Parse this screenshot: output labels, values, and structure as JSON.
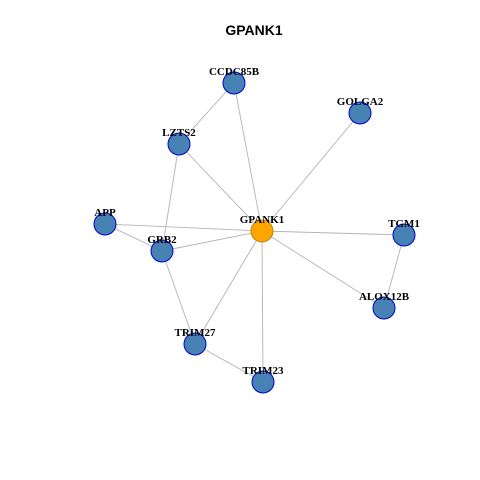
{
  "title": "GPANK1",
  "colors": {
    "center_fill": "#ffa500",
    "center_stroke": "#b8860b",
    "node_fill": "#4682b4",
    "node_stroke": "#0000cd",
    "edge": "#b3b3b3"
  },
  "nodes": [
    {
      "id": "GPANK1",
      "label": "GPANK1",
      "role": "center"
    },
    {
      "id": "CCDC85B",
      "label": "CCDC85B",
      "role": "neighbor"
    },
    {
      "id": "GOLGA2",
      "label": "GOLGA2",
      "role": "neighbor"
    },
    {
      "id": "LZTS2",
      "label": "LZTS2",
      "role": "neighbor"
    },
    {
      "id": "APP",
      "label": "APP",
      "role": "neighbor"
    },
    {
      "id": "GRB2",
      "label": "GRB2",
      "role": "neighbor"
    },
    {
      "id": "TGM1",
      "label": "TGM1",
      "role": "neighbor"
    },
    {
      "id": "ALOX12B",
      "label": "ALOX12B",
      "role": "neighbor"
    },
    {
      "id": "TRIM27",
      "label": "TRIM27",
      "role": "neighbor"
    },
    {
      "id": "TRIM23",
      "label": "TRIM23",
      "role": "neighbor"
    }
  ],
  "edges": [
    [
      "CCDC85B",
      "LZTS2"
    ],
    [
      "CCDC85B",
      "GPANK1"
    ],
    [
      "GOLGA2",
      "GPANK1"
    ],
    [
      "LZTS2",
      "GPANK1"
    ],
    [
      "LZTS2",
      "GRB2"
    ],
    [
      "APP",
      "GPANK1"
    ],
    [
      "APP",
      "GRB2"
    ],
    [
      "GRB2",
      "GPANK1"
    ],
    [
      "GRB2",
      "TRIM27"
    ],
    [
      "GPANK1",
      "TGM1"
    ],
    [
      "GPANK1",
      "ALOX12B"
    ],
    [
      "GPANK1",
      "TRIM27"
    ],
    [
      "GPANK1",
      "TRIM23"
    ],
    [
      "TGM1",
      "ALOX12B"
    ],
    [
      "TRIM27",
      "TRIM23"
    ]
  ]
}
